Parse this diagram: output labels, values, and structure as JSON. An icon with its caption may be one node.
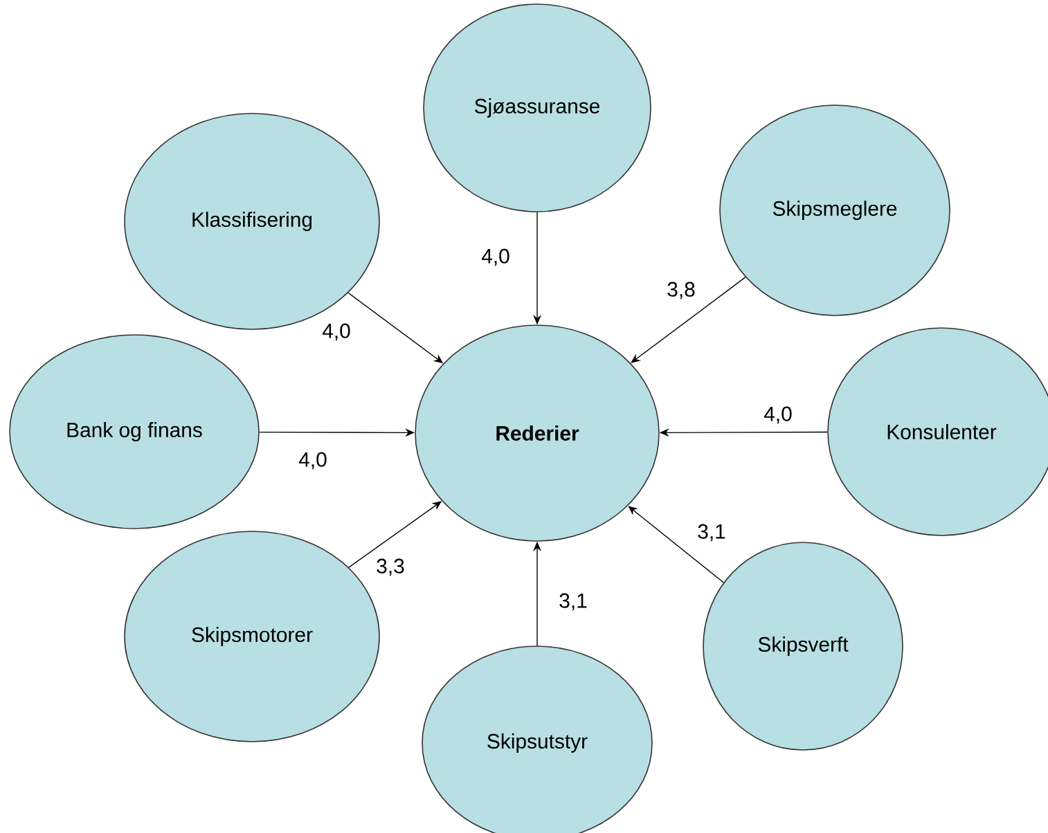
{
  "diagram": {
    "nodes": [
      {
        "text": [
          "Sjøassuranse"
        ]
      },
      {
        "text": [
          "Klassifisering"
        ]
      },
      {
        "text": [
          "Skipsmeglere"
        ]
      },
      {
        "text": [
          "Bank og finans"
        ]
      },
      {
        "text": [
          "Rederier"
        ]
      },
      {
        "text": [
          "Konsulenter"
        ]
      },
      {
        "text": [
          "Skipsmotorer"
        ]
      },
      {
        "text": [
          "Skipsverft"
        ]
      },
      {
        "text": [
          "Skipsutstyr"
        ]
      }
    ],
    "edges": [
      {
        "from": 0,
        "to": 4,
        "arrow": "to",
        "label": "4,0"
      },
      {
        "from": 1,
        "to": 4,
        "arrow": "to",
        "label": "4,0"
      },
      {
        "from": 2,
        "to": 4,
        "arrow": "to",
        "label": "3,8"
      },
      {
        "from": 3,
        "to": 4,
        "arrow": "to",
        "label": "4,0"
      },
      {
        "from": 5,
        "to": 4,
        "arrow": "to",
        "label": "4,0"
      },
      {
        "from": 6,
        "to": 4,
        "arrow": "to",
        "label": "3,3"
      },
      {
        "from": 7,
        "to": 4,
        "arrow": "to",
        "label": "3,1"
      },
      {
        "from": 8,
        "to": 4,
        "arrow": "to",
        "label": "3,1"
      }
    ]
  }
}
